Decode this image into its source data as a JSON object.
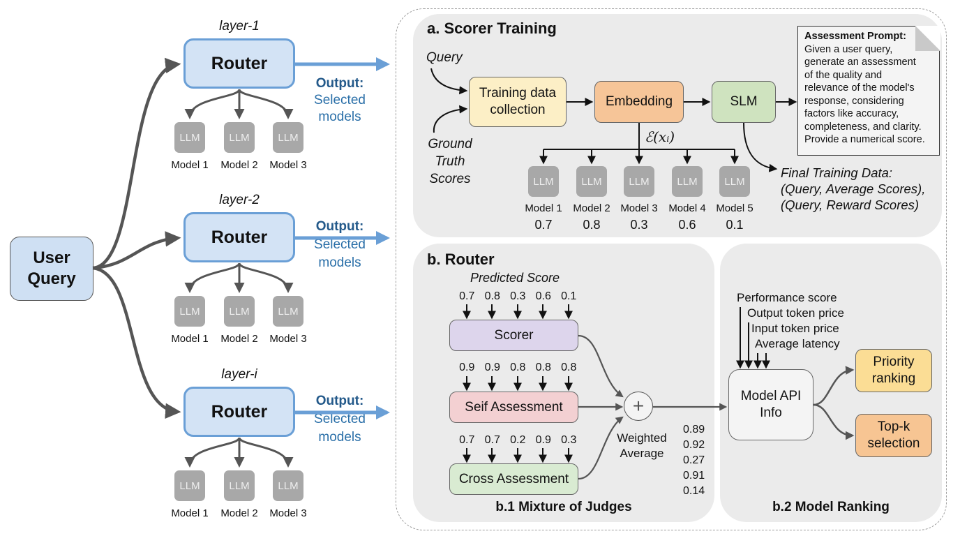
{
  "left": {
    "user_query": {
      "line1": "User",
      "line2": "Query"
    },
    "layers": [
      {
        "label": "layer-1",
        "router": "Router",
        "output_title": "Output:",
        "output_line1": "Selected",
        "output_line2": "models",
        "models": [
          {
            "chip": "LLM",
            "name": "Model 1"
          },
          {
            "chip": "LLM",
            "name": "Model 2"
          },
          {
            "chip": "LLM",
            "name": "Model 3"
          }
        ]
      },
      {
        "label": "layer-2",
        "router": "Router",
        "output_title": "Output:",
        "output_line1": "Selected",
        "output_line2": "models",
        "models": [
          {
            "chip": "LLM",
            "name": "Model 1"
          },
          {
            "chip": "LLM",
            "name": "Model 2"
          },
          {
            "chip": "LLM",
            "name": "Model 3"
          }
        ]
      },
      {
        "label": "layer-i",
        "router": "Router",
        "output_title": "Output:",
        "output_line1": "Selected",
        "output_line2": "models",
        "models": [
          {
            "chip": "LLM",
            "name": "Model 1"
          },
          {
            "chip": "LLM",
            "name": "Model 2"
          },
          {
            "chip": "LLM",
            "name": "Model 3"
          }
        ]
      }
    ]
  },
  "scorer_training": {
    "title": "a. Scorer Training",
    "query_label": "Query",
    "ground_truth_label": [
      "Ground",
      "Truth",
      "Scores"
    ],
    "training_box": [
      "Training data",
      "collection"
    ],
    "embedding_box": "Embedding",
    "slm_box": "SLM",
    "embedding_symbol": "ℰ(xᵢ)",
    "models": [
      {
        "chip": "LLM",
        "name": "Model 1",
        "score": "0.7"
      },
      {
        "chip": "LLM",
        "name": "Model 2",
        "score": "0.8"
      },
      {
        "chip": "LLM",
        "name": "Model 3",
        "score": "0.3"
      },
      {
        "chip": "LLM",
        "name": "Model 4",
        "score": "0.6"
      },
      {
        "chip": "LLM",
        "name": "Model 5",
        "score": "0.1"
      }
    ],
    "assessment_prompt": {
      "title": "Assessment Prompt:",
      "lines": [
        "Given a user query,",
        "generate an assessment",
        "of the quality and",
        "relevance of the model's",
        "response, considering",
        "factors like accuracy,",
        "completeness, and clarity.",
        "Provide a numerical score."
      ]
    },
    "final_training_data": [
      "Final Training Data:",
      "(Query, Average Scores),",
      "(Query, Reward Scores)"
    ]
  },
  "router": {
    "title": "b. Router",
    "predicted_score_label": "Predicted Score",
    "judges": [
      {
        "name": "Scorer",
        "scores": [
          "0.7",
          "0.8",
          "0.3",
          "0.6",
          "0.1"
        ],
        "color": "#ddd5ec"
      },
      {
        "name": "Seif Assessment",
        "scores": [
          "0.9",
          "0.9",
          "0.8",
          "0.8",
          "0.8"
        ],
        "color": "#f3d0d2"
      },
      {
        "name": "Cross Assessment",
        "scores": [
          "0.7",
          "0.7",
          "0.2",
          "0.9",
          "0.3"
        ],
        "color": "#d9ebd2"
      }
    ],
    "plus_symbol": "+",
    "weighted_label": [
      "Weighted",
      "Average"
    ],
    "weighted_values": [
      "0.89",
      "0.92",
      "0.27",
      "0.91",
      "0.14"
    ],
    "mixture_title": "b.1 Mixture of Judges",
    "ranking": {
      "inputs": [
        "Performance score",
        "Output token price",
        "Input token price",
        "Average latency"
      ],
      "api_box": [
        "Model API",
        "Info"
      ],
      "priority_box": [
        "Priority",
        "ranking"
      ],
      "topk_box": [
        "Top-k",
        "selection"
      ],
      "title": "b.2 Model Ranking"
    }
  },
  "colors": {
    "router_fill": "#d3e3f5",
    "router_border": "#6a9fd6",
    "output_text": "#2a6fa8",
    "llm_chip": "#a8a8a8",
    "training_box": "#fcefc6",
    "embedding_box": "#f6c598",
    "slm_box": "#cfe3bf",
    "priority_box": "#fbdd95",
    "topk_box": "#f7c593",
    "panel_bg": "#ebebeb"
  }
}
